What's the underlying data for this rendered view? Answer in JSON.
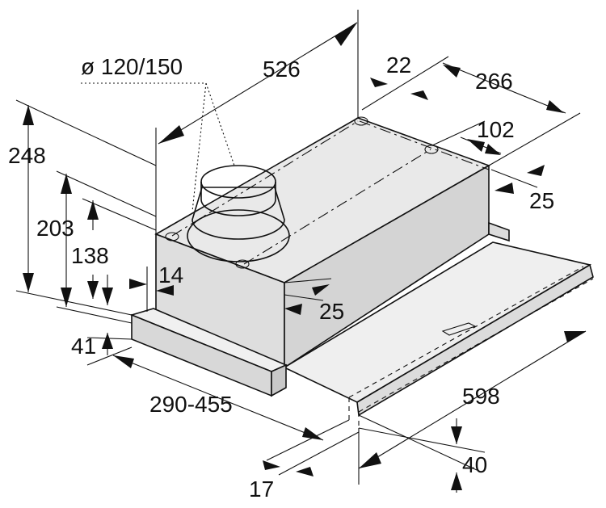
{
  "diagram": {
    "colors": {
      "line": "#111111",
      "body_fill": "#e6e6e6",
      "body_light": "#f1f1f1",
      "background": "#ffffff"
    },
    "labels": {
      "diameter": "ø 120/150",
      "depth_526": "526",
      "offset_22": "22",
      "width_266": "266",
      "width_102": "102",
      "offset_25_top": "25",
      "height_248": "248",
      "height_203": "203",
      "height_138": "138",
      "offset_14": "14",
      "offset_25_front": "25",
      "height_41": "41",
      "extension_290_455": "290-455",
      "width_598": "598",
      "height_40": "40",
      "offset_17": "17"
    }
  }
}
